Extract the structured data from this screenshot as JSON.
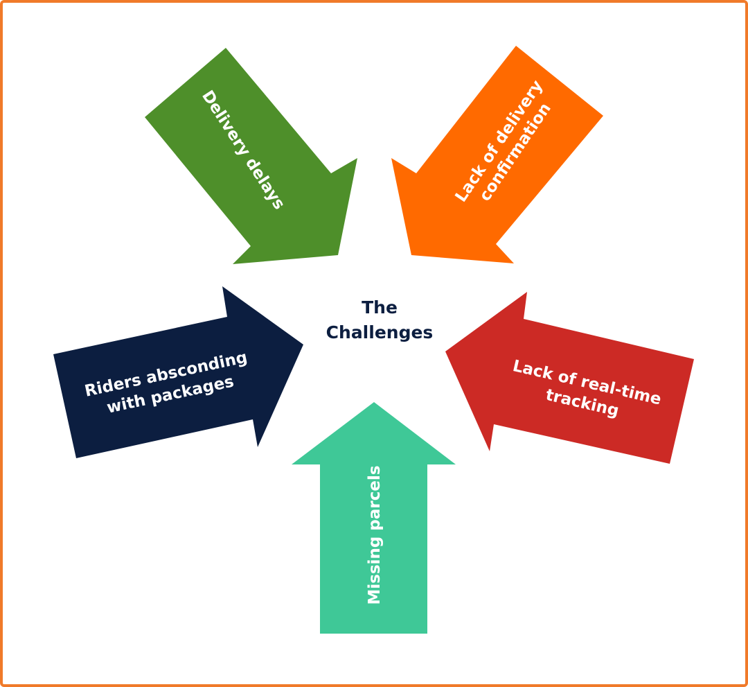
{
  "center": {
    "line1": "The",
    "line2": "Challenges"
  },
  "arrows": [
    {
      "id": "delivery-delays",
      "label_lines": [
        "Delivery delays"
      ],
      "color": "#4e8f2a"
    },
    {
      "id": "lack-of-delivery-confirmation",
      "label_lines": [
        "Lack of delivery",
        "confirmation"
      ],
      "color": "#ff6a00"
    },
    {
      "id": "lack-of-real-time-tracking",
      "label_lines": [
        "Lack of real-time",
        "tracking"
      ],
      "color": "#cc2a25"
    },
    {
      "id": "missing-parcels",
      "label_lines": [
        "Missing parcels"
      ],
      "color": "#3fc897"
    },
    {
      "id": "riders-absconding",
      "label_lines": [
        "Riders absconding",
        "with packages"
      ],
      "color": "#0c1e40"
    }
  ],
  "colors": {
    "frame": "#f07a2a",
    "title": "#0c1e40"
  }
}
